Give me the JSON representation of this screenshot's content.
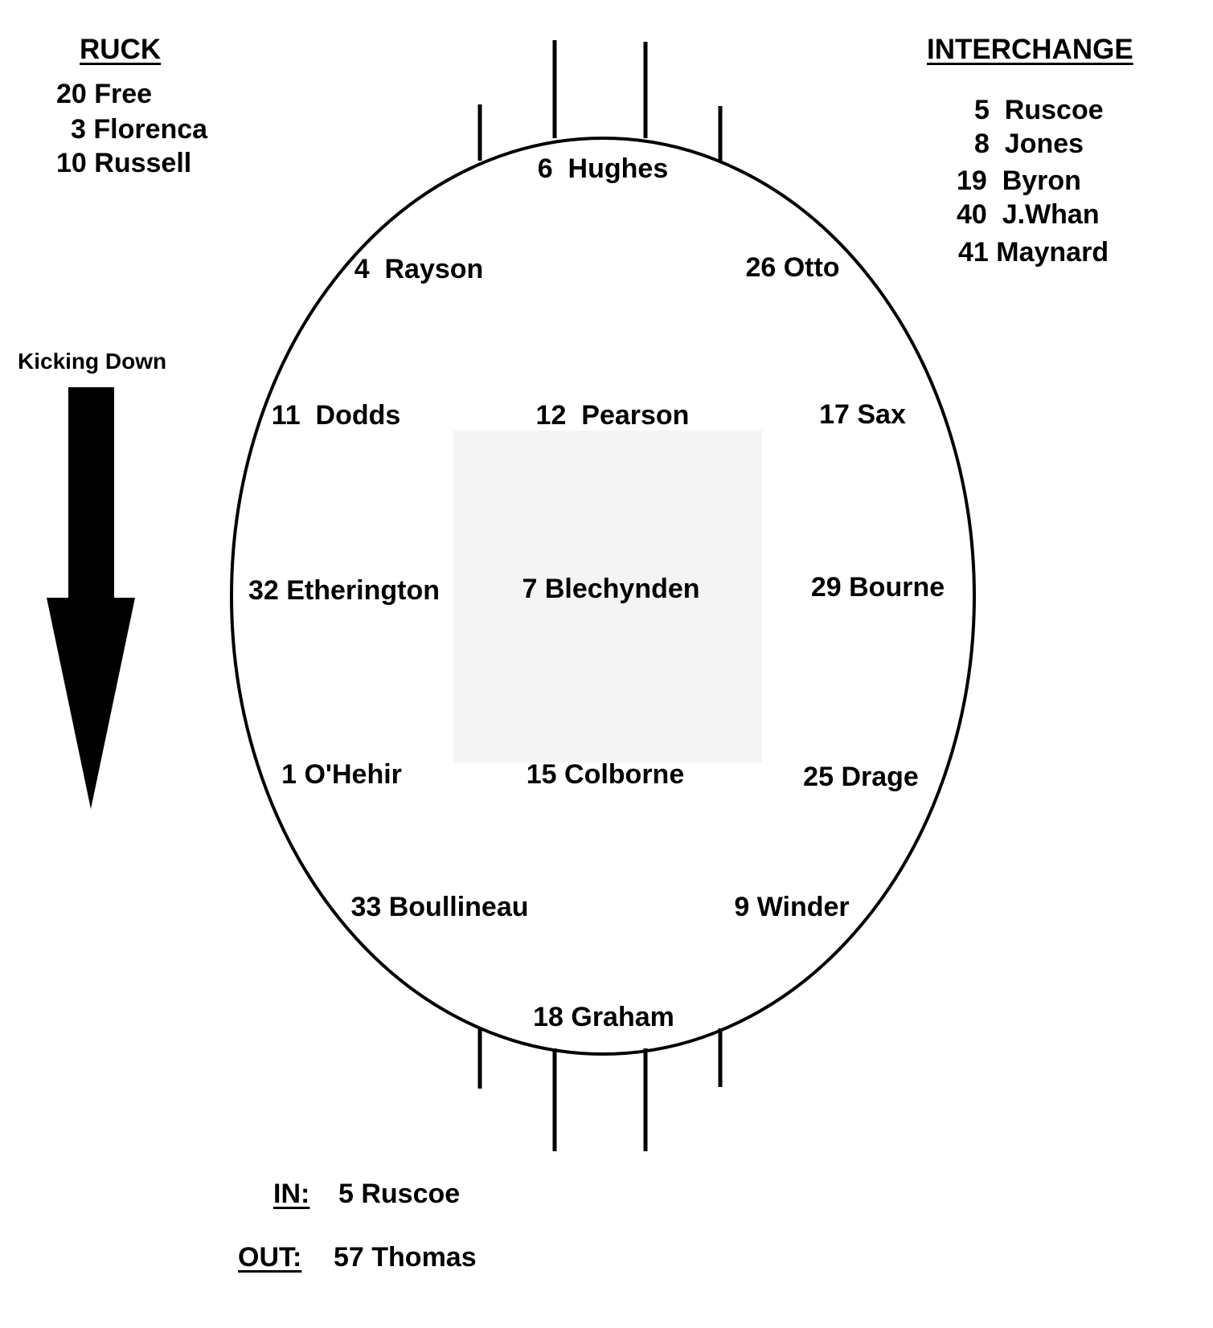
{
  "ruck": {
    "heading": "RUCK",
    "players": [
      "20 Free",
      "3 Florenca",
      "10 Russell"
    ]
  },
  "interchange": {
    "heading": "INTERCHANGE",
    "players": [
      "5  Ruscoe",
      "8  Jones",
      "19  Byron",
      "40  J.Whan",
      "41 Maynard"
    ]
  },
  "direction": {
    "label": "Kicking Down",
    "icon": "down-arrow-icon"
  },
  "field": {
    "positions": {
      "full_back": "6  Hughes",
      "back_pocket_left": "4  Rayson",
      "back_pocket_right": "26 Otto",
      "half_back_left": "11  Dodds",
      "centre_half_back": "12  Pearson",
      "half_back_right": "17 Sax",
      "wing_left": "32 Etherington",
      "centre": "7 Blechynden",
      "wing_right": "29 Bourne",
      "half_forward_left": "1 O'Hehir",
      "centre_half_forward": "15 Colborne",
      "half_forward_right": "25 Drage",
      "forward_pocket_left": "33 Boullineau",
      "forward_pocket_right": "9 Winder",
      "full_forward": "18 Graham"
    }
  },
  "changes": {
    "in_label": "IN:",
    "in_player": "5 Ruscoe",
    "out_label": "OUT:",
    "out_player": "57 Thomas"
  }
}
